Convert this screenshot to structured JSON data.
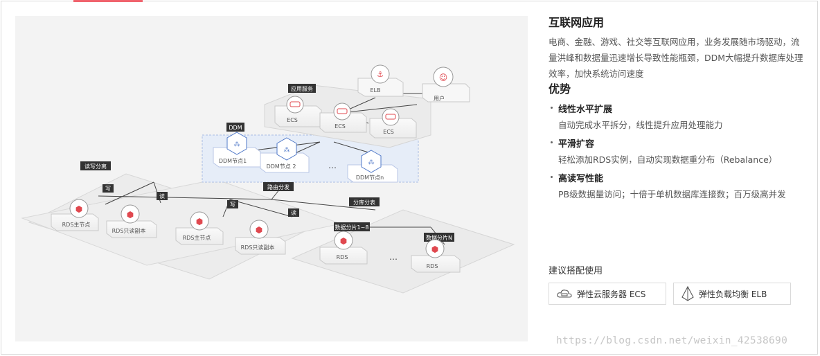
{
  "scenario": {
    "title": "互联网应用",
    "description": "电商、金融、游戏、社交等互联网应用，业务发展随市场驱动，流量洪峰和数据量迅速增长导致性能瓶颈，DDM大幅提升数据库处理效率，加快系统访问速度"
  },
  "advantages": {
    "title": "优势",
    "items": [
      {
        "name": "线性水平扩展",
        "desc": "自动完成水平拆分，线性提升应用处理能力"
      },
      {
        "name": "平滑扩容",
        "desc": "轻松添加RDS实例，自动实现数据重分布（Rebalance）"
      },
      {
        "name": "高读写性能",
        "desc": "PB级数据量访问；十倍于单机数据库连接数；百万级高并发"
      }
    ]
  },
  "recommend": {
    "title": "建议搭配使用",
    "ecs_label": "弹性云服务器 ECS",
    "elb_label": "弹性负载均衡 ELB"
  },
  "diagram": {
    "user": "用户",
    "elb": "ELB",
    "app_service": "应用服务",
    "ecs": "ECS",
    "ddm": "DDM",
    "ddm_node1": "DDM节点1",
    "ddm_node2": "DDM节点 2",
    "ddm_noden": "DDM节点n",
    "ellipsis": "…",
    "rw_split": "读写分离",
    "write": "写",
    "read": "读",
    "route": "路由分发",
    "shard": "分库分表",
    "rds_master": "RDS主节点",
    "rds_replica": "RDS只读副本",
    "shard1": "数据分片1~8",
    "shardn": "数据分片N",
    "rds": "RDS"
  },
  "watermark": "https://blog.csdn.net/weixin_42538690"
}
